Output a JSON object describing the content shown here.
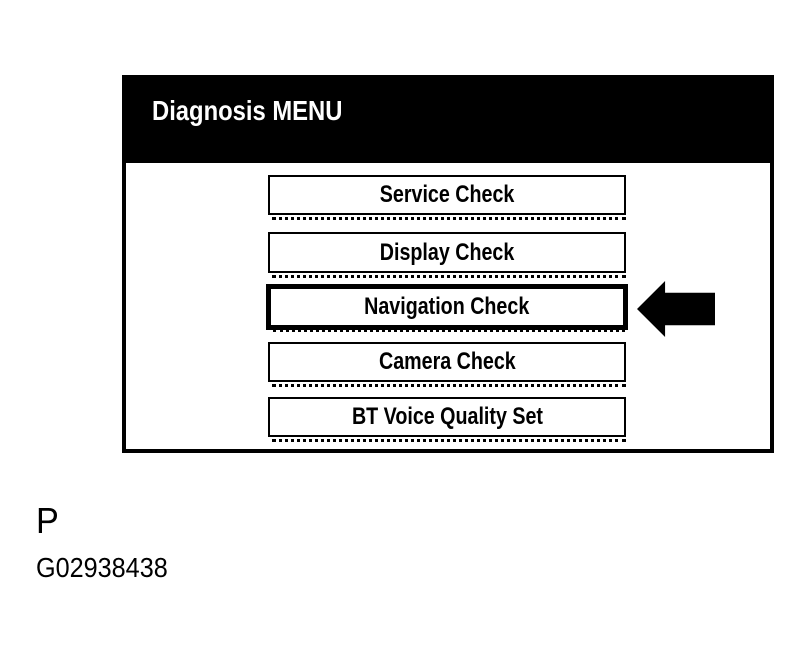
{
  "screen": {
    "title": "Diagnosis MENU",
    "menu_buttons": [
      {
        "label": "Service Check",
        "selected": false
      },
      {
        "label": "Display Check",
        "selected": false
      },
      {
        "label": "Navigation Check",
        "selected": true
      },
      {
        "label": "Camera Check",
        "selected": false
      },
      {
        "label": "BT Voice Quality Set",
        "selected": false
      }
    ],
    "pointer": {
      "icon": "arrow-left-icon",
      "points_to": "Navigation Check"
    }
  },
  "figure": {
    "caption_letter": "P",
    "figure_id": "G02938438"
  },
  "colors": {
    "page_bg": "#ffffff",
    "header_bg": "#000000",
    "header_text": "#ffffff",
    "button_bg": "#ffffff",
    "button_border": "#000000",
    "button_text": "#000000",
    "arrow": "#000000"
  }
}
